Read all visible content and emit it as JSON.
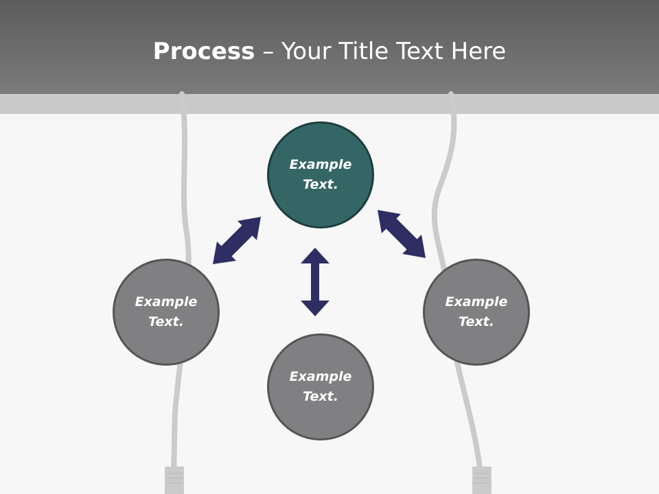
{
  "title": {
    "bold": "Process",
    "dash": " – ",
    "rest": "Your Title Text Here"
  },
  "colors": {
    "header": "#6b6b6b",
    "band": "#c9c9c9",
    "background": "#f7f7f8",
    "primary_node": "#356666",
    "secondary_node": "#808082",
    "arrow": "#2e2e63"
  },
  "nodes": {
    "top": {
      "line1": "Example",
      "line2": "Text."
    },
    "left": {
      "line1": "Example",
      "line2": "Text."
    },
    "bottom": {
      "line1": "Example",
      "line2": "Text."
    },
    "right": {
      "line1": "Example",
      "line2": "Text."
    }
  },
  "connectors": [
    {
      "from": "top",
      "to": "left",
      "style": "double-arrow"
    },
    {
      "from": "top",
      "to": "bottom",
      "style": "double-arrow"
    },
    {
      "from": "top",
      "to": "right",
      "style": "double-arrow"
    }
  ]
}
